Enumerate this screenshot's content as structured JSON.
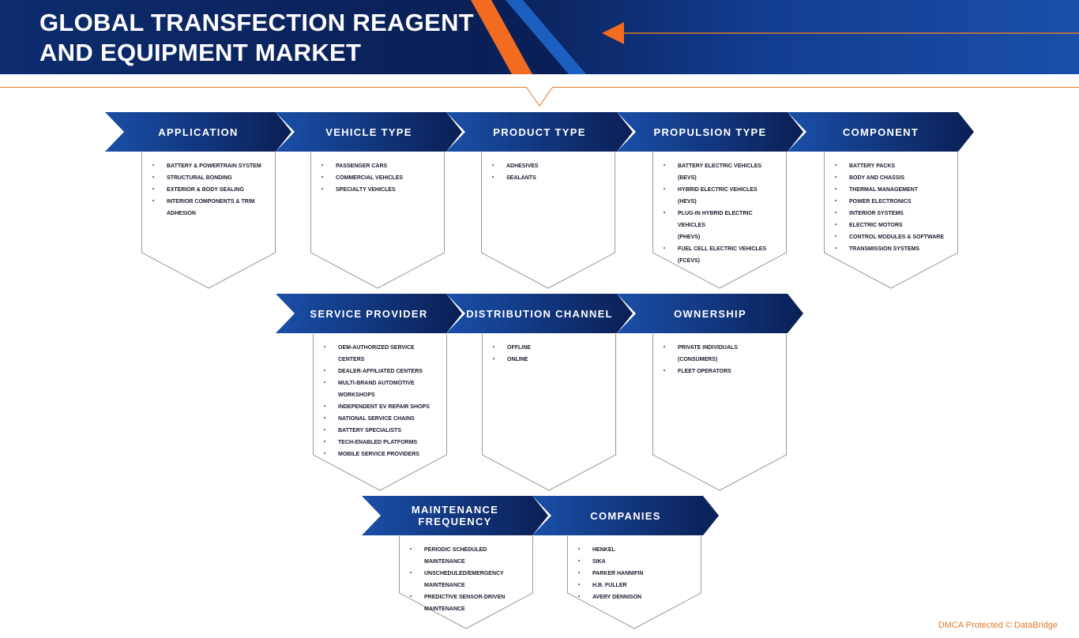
{
  "header": {
    "title_line1": "GLOBAL TRANSFECTION REAGENT",
    "title_line2": "AND EQUIPMENT MARKET"
  },
  "colors": {
    "navy": "#0a1f55",
    "blue": "#1a4fa8",
    "orange": "#f26b21"
  },
  "segments": [
    {
      "label": "APPLICATION",
      "items": [
        "BATTERY & POWERTRAIN SYSTEM",
        "STRUCTURAL BONDING",
        "EXTERIOR & BODY SEALING",
        "INTERIOR COMPONENTS & TRIM",
        "ADHESION"
      ]
    },
    {
      "label": "VEHICLE TYPE",
      "items": [
        "PASSENGER CARS",
        "COMMERCIAL VEHICLES",
        "SPECIALTY VEHICLES"
      ]
    },
    {
      "label": "PRODUCT TYPE",
      "items": [
        "ADHESIVES",
        "SEALANTS"
      ]
    },
    {
      "label": "PROPULSION TYPE",
      "items": [
        "BATTERY ELECTRIC VEHICLES (BEVS)",
        "HYBRID ELECTRIC VEHICLES (HEVS)",
        "PLUG-IN HYBRID ELECTRIC VEHICLES",
        "(PHEVS)",
        "FUEL CELL ELECTRIC VEHICLES",
        "(FCEVS)"
      ]
    },
    {
      "label": "COMPONENT",
      "items": [
        "BATTERY PACKS",
        "BODY AND CHASSIS",
        "THERMAL MANAGEMENT",
        "POWER ELECTRONICS",
        "INTERIOR SYSTEMS",
        "ELECTRIC MOTORS",
        "CONTROL MODULES & SOFTWARE",
        "TRANSMISSION SYSTEMS"
      ]
    },
    {
      "label": "SERVICE PROVIDER",
      "items": [
        "OEM-AUTHORIZED SERVICE CENTERS",
        "DEALER-AFFILIATED CENTERS",
        "MULTI-BRAND AUTOMOTIVE",
        "WORKSHOPS",
        "INDEPENDENT EV REPAIR SHOPS",
        "NATIONAL SERVICE CHAINS",
        "BATTERY SPECIALISTS",
        "TECH-ENABLED PLATFORMS",
        "MOBILE SERVICE PROVIDERS"
      ]
    },
    {
      "label": "DISTRIBUTION CHANNEL",
      "items": [
        "OFFLINE",
        "ONLINE"
      ]
    },
    {
      "label": "OWNERSHIP",
      "items": [
        "PRIVATE INDIVIDUALS (CONSUMERS)",
        "FLEET OPERATORS"
      ]
    },
    {
      "label": "MAINTENANCE FREQUENCY",
      "items": [
        "PERIODIC SCHEDULED MAINTENANCE",
        "UNSCHEDULED/EMERGENCY MAINTENANCE",
        "PREDICTIVE SENSOR-DRIVEN MAINTENANCE"
      ]
    },
    {
      "label": "COMPANIES",
      "items": [
        "HENKEL",
        "SIKA",
        "PARKER HANNIFIN",
        "H.B. FULLER",
        "AVERY DENNISON"
      ]
    }
  ],
  "footer": {
    "text": "DMCA Protected © DataBridge"
  }
}
